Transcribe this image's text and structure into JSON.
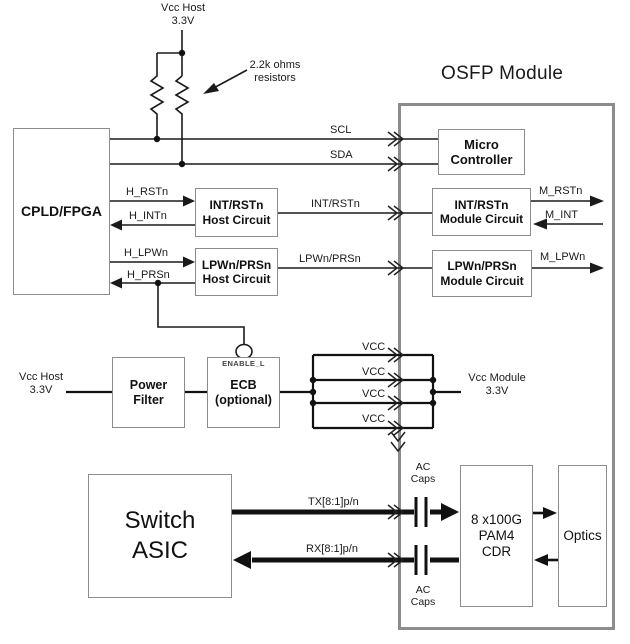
{
  "title": "OSFP Module",
  "blocks": {
    "cpld": "CPLD/FPGA",
    "int_rstn_host": "INT/RSTn\nHost Circuit",
    "lpwn_prsn_host": "LPWn/PRSn\nHost Circuit",
    "power_filter": "Power\nFilter",
    "ecb": "ECB\n(optional)",
    "micro": "Micro\nController",
    "int_rstn_module": "INT/RSTn\nModule Circuit",
    "lpwn_prsn_module": "LPWn/PRSn\nModule Circuit",
    "switch_asic": "Switch\nASIC",
    "cdr": "8 x100G\nPAM4\nCDR",
    "optics": "Optics"
  },
  "labels": {
    "vcc_host_top": "Vcc Host\n3.3V",
    "resistor_note": "2.2k ohms\nresistors",
    "vcc_host_left": "Vcc Host\n3.3V",
    "vcc_module": "Vcc Module\n3.3V",
    "enable": "ENABLE_L",
    "ac_caps_top": "AC\nCaps",
    "ac_caps_bottom": "AC\nCaps"
  },
  "signals": {
    "scl": "SCL",
    "sda": "SDA",
    "h_rstn": "H_RSTn",
    "h_intn": "H_INTn",
    "h_lpwn": "H_LPWn",
    "h_prsn": "H_PRSn",
    "int_rstn": "INT/RSTn",
    "lpwn_prsn": "LPWn/PRSn",
    "m_rstn": "M_RSTn",
    "m_int": "M_INT",
    "m_lpwn": "M_LPWn",
    "vcc": "VCC",
    "tx": "TX[8:1]p/n",
    "rx": "RX[8:1]p/n"
  },
  "colors": {
    "wire": "#1a1a1a",
    "box_border": "#8c8c8c",
    "background": "#ffffff"
  }
}
